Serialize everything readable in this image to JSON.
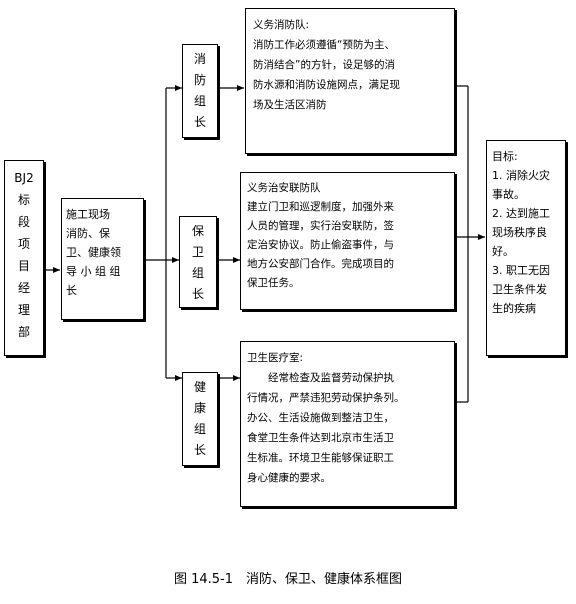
{
  "nodes": {
    "project_manager": "BJ2\n标\n段\n项\n目\n经\n理\n部",
    "site_leader": "施工现场\n消防、保\n卫、健康领\n导 小 组 组\n长",
    "fire_leader": "消\n防\n组\n长",
    "security_leader": "保\n卫\n组\n长",
    "health_leader": "健\n康\n组\n长",
    "fire_team": "义务消防队:\n消防工作必须遵循“预防为主、\n防消结合”的方针，设足够的消\n防水源和消防设施网点，满足现\n场及生活区消防",
    "security_team": "义务治安联防队\n建立门卫和巡逻制度，加强外来\n人员的管理，实行治安联防，签\n定治安协议。防止偷盗事件，与\n地方公安部门合作。完成项目的\n保卫任务。",
    "clinic": "卫生医疗室:\n　　经常检查及监督劳动保护执\n行情况，严禁违犯劳动保护条列。\n办公、生活设施做到整洁卫生，\n食堂卫生条件达到北京市生活卫\n生标准。环境卫生能够保证职工\n身心健康的要求。",
    "goals": "目标:\n1. 消除火灾\n事故。\n2. 达到施工\n现场秩序良\n好。\n3. 职工无因\n卫生条件发\n生的疾病"
  },
  "caption": "图 14.5-1　消防、保卫、健康体系框图"
}
